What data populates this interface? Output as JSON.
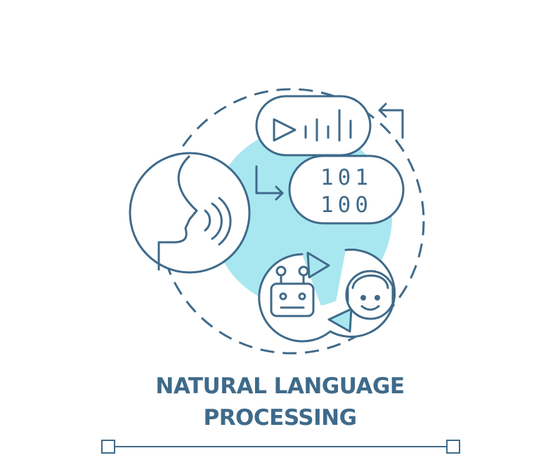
{
  "caption": {
    "line1": "NATURAL LANGUAGE",
    "line2": "PROCESSING"
  },
  "binary": {
    "row1": "101",
    "row2": "100"
  },
  "colors": {
    "stroke": "#3f6a8a",
    "accent_fill": "#a9e7f0",
    "background": "#ffffff"
  },
  "icons": [
    "human-head-speaking-icon",
    "sound-waves-icon",
    "play-audio-bubble-icon",
    "binary-code-bubble-icon",
    "robot-icon",
    "person-face-icon",
    "cycle-arrows-icon"
  ]
}
